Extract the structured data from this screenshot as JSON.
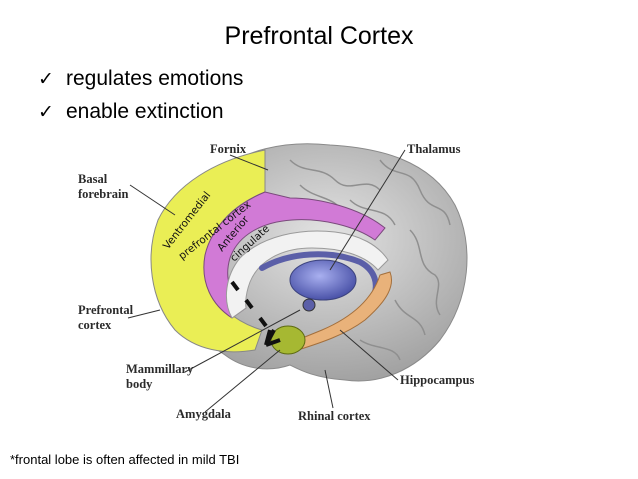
{
  "slide": {
    "title": "Prefrontal Cortex",
    "bullets": [
      {
        "icon": "check-icon",
        "text": "regulates emotions"
      },
      {
        "icon": "check-icon",
        "text": "enable extinction"
      }
    ],
    "footnote": "*frontal lobe is often affected in mild TBI"
  },
  "diagram": {
    "labels": {
      "fornix": "Fornix",
      "thalamus": "Thalamus",
      "basal_forebrain_1": "Basal",
      "basal_forebrain_2": "forebrain",
      "prefrontal_1": "Prefrontal",
      "prefrontal_2": "cortex",
      "mammillary_1": "Mammillary",
      "mammillary_2": "body",
      "amygdala": "Amygdala",
      "rhinal": "Rhinal cortex",
      "hippocampus": "Hippocampus"
    },
    "regions": {
      "vmpfc_1": "Ventromedial",
      "vmpfc_2": "prefrontal cortex",
      "acc_1": "Anterior",
      "acc_2": "cingulate"
    },
    "colors": {
      "prefrontal": "#eaee55",
      "cingulate": "#d17ad6",
      "thalamus": "#6f78c6",
      "hippocampus": "#e9b27a",
      "amygdala": "#a6b832",
      "brain": "#c9c9c9"
    }
  }
}
